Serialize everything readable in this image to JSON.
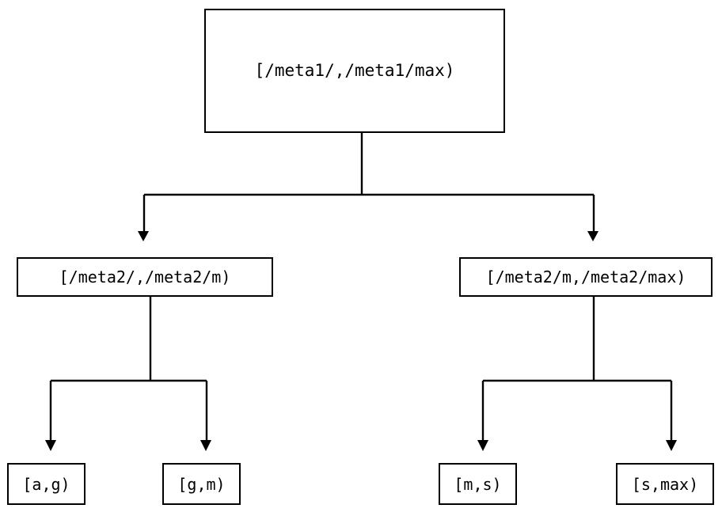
{
  "diagram": {
    "type": "binary-range-partition-tree",
    "orientation": "top-down",
    "stroke_color": "#000000",
    "background_color": "#ffffff",
    "node_fill": "#ffffff",
    "edge_style": "orthogonal-elbow-with-solid-arrowhead",
    "nodes": {
      "root": {
        "label": "[/meta1/,/meta1/max)"
      },
      "mid_left": {
        "label": "[/meta2/,/meta2/m)"
      },
      "mid_right": {
        "label": "[/meta2/m,/meta2/max)"
      },
      "leaf_1": {
        "label": "[a,g)"
      },
      "leaf_2": {
        "label": "[g,m)"
      },
      "leaf_3": {
        "label": "[m,s)"
      },
      "leaf_4": {
        "label": "[s,max)"
      }
    }
  }
}
